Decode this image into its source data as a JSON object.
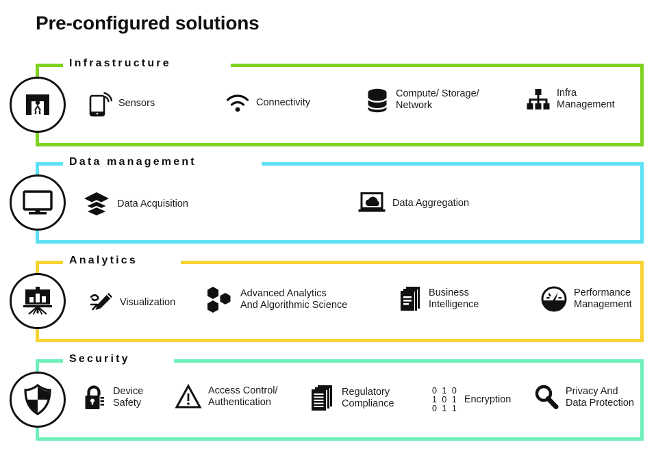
{
  "page": {
    "title": "Pre-configured solutions",
    "background": "#ffffff",
    "text_color": "#111111"
  },
  "bands": [
    {
      "id": "infrastructure",
      "label": "Infrastructure",
      "accent": "#7ED321",
      "badge_icon": "gantry-sensor-icon",
      "items": [
        {
          "icon": "mobile-signal-icon",
          "line1": "Sensors",
          "line2": ""
        },
        {
          "icon": "wifi-icon",
          "line1": "Connectivity",
          "line2": ""
        },
        {
          "icon": "database-stack-icon",
          "line1": "Compute/ Storage/",
          "line2": "Network"
        },
        {
          "icon": "org-hierarchy-icon",
          "line1": "Infra",
          "line2": "Management"
        }
      ]
    },
    {
      "id": "data-management",
      "label": "Data management",
      "accent": "#5DE0F5",
      "badge_icon": "desktop-monitor-icon",
      "items": [
        {
          "icon": "layers-stack-icon",
          "line1": "Data Acquisition",
          "line2": ""
        },
        {
          "icon": "laptop-cloud-icon",
          "line1": "Data Aggregation",
          "line2": ""
        }
      ]
    },
    {
      "id": "analytics",
      "label": "Analytics",
      "accent": "#F6D333",
      "badge_icon": "presentation-chart-icon",
      "items": [
        {
          "icon": "pen-chart-icon",
          "line1": "Visualization",
          "line2": ""
        },
        {
          "icon": "hexagons-icon",
          "line1": "Advanced Analytics",
          "line2": "And Algorithmic Science"
        },
        {
          "icon": "documents-icon",
          "line1": "Business",
          "line2": "Intelligence"
        },
        {
          "icon": "gauge-icon",
          "line1": "Performance",
          "line2": "Management"
        }
      ]
    },
    {
      "id": "security",
      "label": "Security",
      "accent": "#6FEFBC",
      "badge_icon": "shield-icon",
      "items": [
        {
          "icon": "padlock-icon",
          "line1": "Device",
          "line2": "Safety"
        },
        {
          "icon": "warning-triangle-icon",
          "line1": "Access Control/",
          "line2": "Authentication"
        },
        {
          "icon": "document-stack-icon",
          "line1": "Regulatory",
          "line2": "Compliance"
        },
        {
          "icon": "binary-digits-icon",
          "line1": "Encryption",
          "line2": "",
          "binary_rows": [
            "0 1 0",
            "1 0 1",
            "0 1 1"
          ]
        },
        {
          "icon": "magnifier-icon",
          "line1": "Privacy And",
          "line2": "Data Protection"
        }
      ]
    }
  ]
}
